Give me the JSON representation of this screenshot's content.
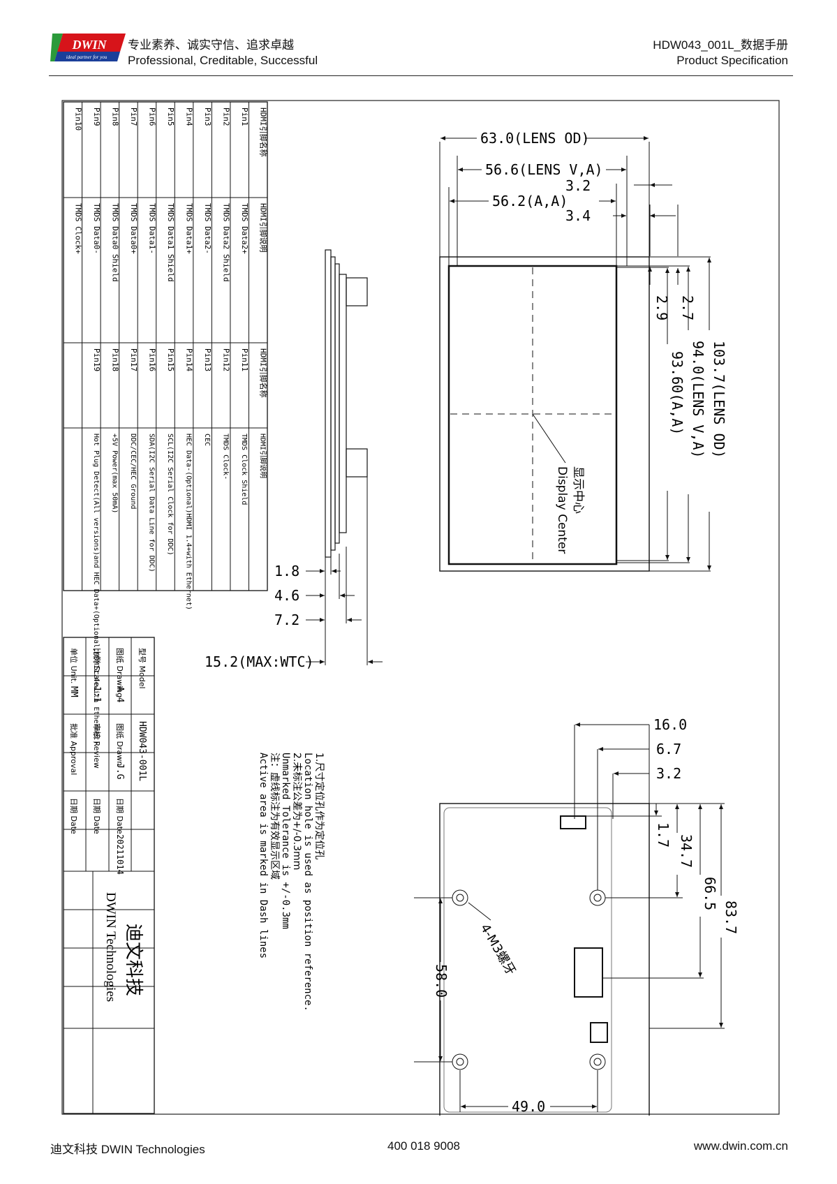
{
  "header": {
    "brand": "DWIN",
    "brand_tagline": "ideal partner for you",
    "slogan_cn": "专业素养、诚实守信、追求卓越",
    "slogan_en": "Professional, Creditable, Successful",
    "doc_title": "HDW043_001L_数据手册",
    "doc_subtitle": "Product Specification"
  },
  "colors": {
    "brand_red": "#d7141a",
    "brand_blue": "#1b3f9a",
    "brand_green": "#2b9a3a"
  },
  "pin_table": {
    "headers": [
      "HDMI引脚名称",
      "HDMI引脚说明",
      "HDMI引脚名称",
      "HDMI引脚说明"
    ],
    "rows": [
      [
        "Pin1",
        "TMDS Data2+",
        "Pin11",
        "TMDS Clock Shield"
      ],
      [
        "Pin2",
        "TMDS Data2 Shield",
        "Pin12",
        "TMDS Clock-"
      ],
      [
        "Pin3",
        "TMDS Data2-",
        "Pin13",
        "CEC"
      ],
      [
        "Pin4",
        "TMDS Data1+",
        "Pin14",
        "HEC Data-(Optional)HDMI 1.4+with Ethernet)"
      ],
      [
        "Pin5",
        "TMDS Data1 Shield",
        "Pin15",
        "SCL(I2C Serial Clock for DDC)"
      ],
      [
        "Pin6",
        "TMDS Data1-",
        "Pin16",
        "SDA(I2C Serial Data Line for DDC)"
      ],
      [
        "Pin7",
        "TMDS Data0+",
        "Pin17",
        "DDC/CEC/HEC Ground"
      ],
      [
        "Pin8",
        "TMDS Data0 Shield",
        "Pin18",
        "+5V Power(max 50mA)"
      ],
      [
        "Pin9",
        "TMDS Data0-",
        "Pin19",
        "Hot Plug Detect(All versions)and HEC Data+(Optional,HDMI1.4+with Ethernet)"
      ],
      [
        "Pin10",
        "TMDS Clock+",
        "",
        ""
      ]
    ]
  },
  "front_view_dims": {
    "lens_od_w": "63.0(LENS OD)",
    "lens_va_w": "56.6(LENS V,A)",
    "aa_w": "56.2(A,A)",
    "off_3_2": "3.2",
    "off_3_4": "3.4",
    "off_2_9": "2.9",
    "off_2_7": "2.7",
    "lens_od_h": "103.7(LENS OD)",
    "lens_va_h": "94.0(LENS V,A)",
    "aa_h": "93.60(A,A)",
    "center_cn": "显示中心",
    "center_en": "Display Center"
  },
  "side_view_dims": {
    "d1": "1.8",
    "d2": "4.6",
    "d3": "7.2",
    "d4": "15.2(MAX:WTC)"
  },
  "back_view_dims": {
    "h16": "16.0",
    "h6_7": "6.7",
    "h3_2": "3.2",
    "v1_7": "1.7",
    "v34_7": "34.7",
    "v66_5": "66.5",
    "v83_7": "83.7",
    "w58": "58.0",
    "w49": "49.0",
    "screw": "4-M3螺牙"
  },
  "notes": [
    "1.尺寸定位孔作为定位孔",
    "Location hole is used as position reference.",
    "2.未标注公差为+/-0.3mm",
    "Unmarked Tolerance is +/-0.3mm",
    "注：虚线标注为有效显示区域",
    "Active area is marked in Dash lines"
  ],
  "title_block": {
    "model_label": "型号 Model",
    "model": "HDW043-001L",
    "drawing_label": "图纸 Drawing",
    "drawing": "A 4",
    "scale_label": "比例 Scale",
    "scale": "1:1",
    "unit_label": "单位 Unit.",
    "unit": "MM",
    "drawn_label": "图纸 Drawn",
    "drawn": "J.G",
    "review_label": "审核 Review",
    "approval_label": "批准 Approval",
    "date_label": "日期 Date",
    "date": "20211014",
    "company_cn": "迪文科技",
    "company_en": "DWIN Technologies"
  },
  "footer": {
    "company": "迪文科技    DWIN Technologies",
    "phone": "400 018 9008",
    "website": "www.dwin.com.cn"
  }
}
